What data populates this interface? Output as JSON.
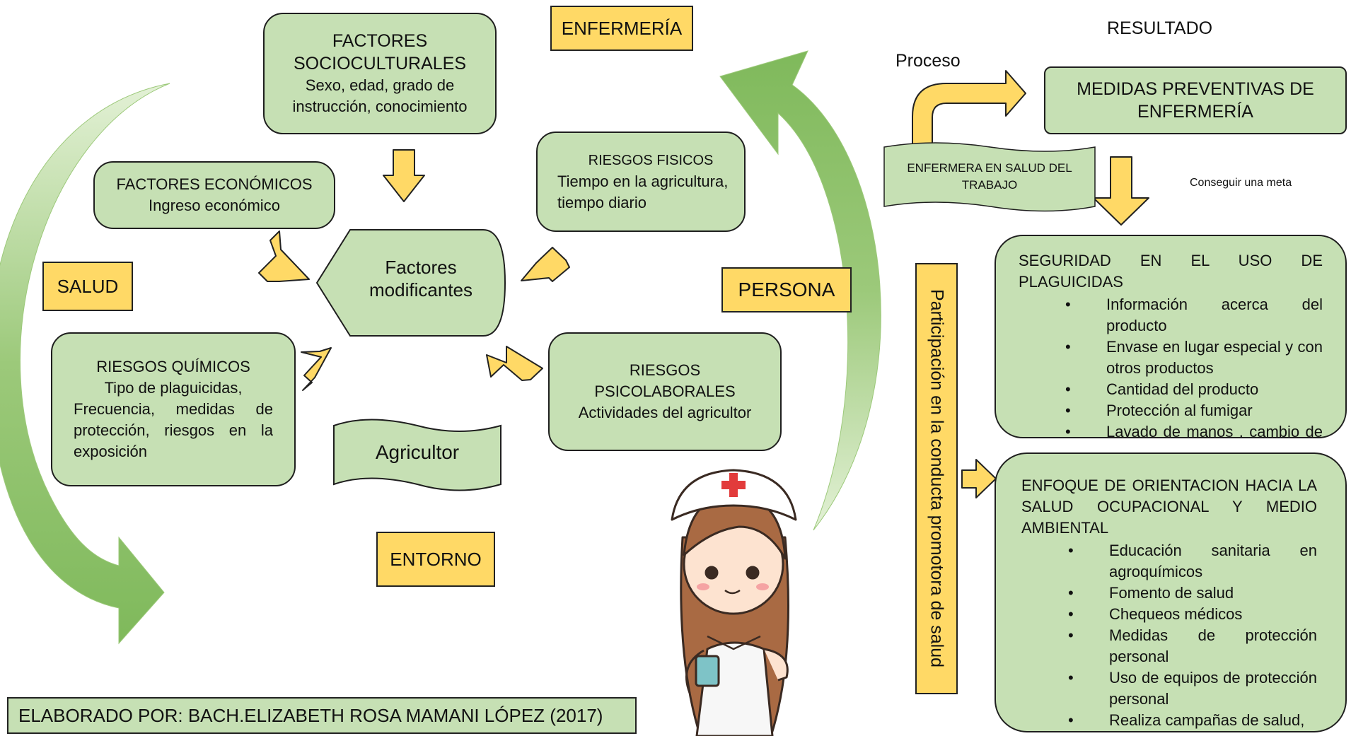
{
  "colors": {
    "box_green": "#c6e0b4",
    "box_yellow": "#ffd966",
    "arrow_yellow": "#ffd966",
    "cycle_green": "#8dc36a",
    "cycle_green_light": "#cfe8bc"
  },
  "labels": {
    "enfermeria": "ENFERMERÍA",
    "salud": "SALUD",
    "persona": "PERSONA",
    "entorno": "ENTORNO",
    "resultado": "RESULTADO",
    "proceso": "Proceso",
    "conseguir": "Conseguir una meta",
    "participacion": "Participación en la conducta promotora de salud"
  },
  "boxes": {
    "socio": {
      "title_1": "FACTORES",
      "title_2": "SOCIOCULTURALES",
      "line_1": "Sexo, edad, grado de",
      "line_2": "instrucción, conocimiento"
    },
    "economicos": {
      "title": "FACTORES ECONÓMICOS",
      "line_1": "Ingreso económico"
    },
    "fisicos": {
      "title": "RIESGOS FISICOS",
      "line_1": "Tiempo en la agricultura,",
      "line_2": "tiempo diario"
    },
    "central": {
      "line_1": "Factores",
      "line_2": "modificantes"
    },
    "quimicos": {
      "title": "RIESGOS QUÍMICOS",
      "line_1": "Tipo de plaguicidas,",
      "line_2": "Frecuencia, medidas de",
      "line_3": "protección, riesgos en la",
      "line_4": "exposición"
    },
    "psico": {
      "title_1": "RIESGOS",
      "title_2": "PSICOLABORALES",
      "line_1": "Actividades del agricultor"
    },
    "agricultor": {
      "label": "Agricultor"
    },
    "enfermera_trabajo": {
      "line_1": "ENFERMERA EN SALUD DEL",
      "line_2": "TRABAJO"
    },
    "medidas": {
      "line_1": "MEDIDAS PREVENTIVAS DE",
      "line_2": "ENFERMERÍA"
    },
    "seguridad": {
      "title_1": "SEGURIDAD EN EL USO DE",
      "title_2": "PLAGUICIDAS",
      "items": [
        "Información acerca del producto",
        "Envase en lugar especial y con otros productos",
        "Cantidad del producto",
        "Protección al fumigar",
        "Lavado de manos , cambio de ropa"
      ]
    },
    "enfoque": {
      "title_1": "ENFOQUE DE ORIENTACION HACIA LA",
      "title_2": "SALUD OCUPACIONAL Y MEDIO",
      "title_3": "AMBIENTAL",
      "items": [
        "Educación sanitaria en agroquímicos",
        "Fomento de salud",
        "Chequeos médicos",
        "Medidas de protección personal",
        "Uso de equipos de protección personal",
        "Realiza campañas de salud,"
      ]
    }
  },
  "footer": {
    "credit": "ELABORADO POR: BACH.ELIZABETH ROSA MAMANI LÓPEZ (2017)"
  }
}
